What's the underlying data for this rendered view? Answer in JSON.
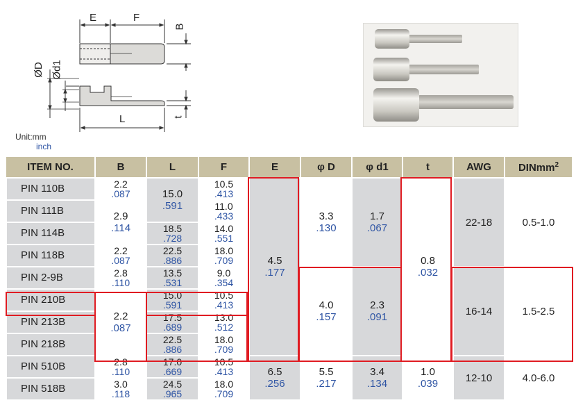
{
  "diagram": {
    "labels": {
      "E": "E",
      "F": "F",
      "B": "B",
      "D": "ØD",
      "d1": "Ød1",
      "L": "L",
      "t": "t"
    },
    "unit_mm": "Unit:mm",
    "unit_inch": "inch"
  },
  "photo": {
    "description_icon": "pin-terminal-photo"
  },
  "table": {
    "headers": [
      "ITEM NO.",
      "B",
      "L",
      "F",
      "E",
      "φ D",
      "φ d1",
      "t",
      "AWG",
      "DINmm"
    ],
    "din_sup": "2",
    "items": [
      "PIN 110B",
      "PIN 111B",
      "PIN 114B",
      "PIN 118B",
      "PIN 2-9B",
      "PIN 210B",
      "PIN 213B",
      "PIN 218B",
      "PIN 510B",
      "PIN 518B"
    ],
    "B": [
      {
        "mm": "2.2",
        "in": ".087"
      },
      {
        "mm": "2.9",
        "in": ".114"
      },
      {
        "mm": "2.2",
        "in": ".087"
      },
      {
        "mm": "2.8",
        "in": ".110"
      },
      {
        "mm": "2.2",
        "in": ".087"
      },
      {
        "mm": "2.8",
        "in": ".110"
      },
      {
        "mm": "3.0",
        "in": ".118"
      }
    ],
    "L": [
      {
        "mm": "15.0",
        "in": ".591"
      },
      {
        "mm": "18.5",
        "in": ".728"
      },
      {
        "mm": "22.5",
        "in": ".886"
      },
      {
        "mm": "13.5",
        "in": ".531"
      },
      {
        "mm": "15.0",
        "in": ".591"
      },
      {
        "mm": "17.5",
        "in": ".689"
      },
      {
        "mm": "22.5",
        "in": ".886"
      },
      {
        "mm": "17.0",
        "in": ".669"
      },
      {
        "mm": "24.5",
        "in": ".965"
      }
    ],
    "F": [
      {
        "mm": "10.5",
        "in": ".413"
      },
      {
        "mm": "11.0",
        "in": ".433"
      },
      {
        "mm": "14.0",
        "in": ".551"
      },
      {
        "mm": "18.0",
        "in": ".709"
      },
      {
        "mm": "9.0",
        "in": ".354"
      },
      {
        "mm": "10.5",
        "in": ".413"
      },
      {
        "mm": "13.0",
        "in": ".512"
      },
      {
        "mm": "18.0",
        "in": ".709"
      },
      {
        "mm": "10.5",
        "in": ".413"
      },
      {
        "mm": "18.0",
        "in": ".709"
      }
    ],
    "E": [
      {
        "mm": "4.5",
        "in": ".177"
      },
      {
        "mm": "6.5",
        "in": ".256"
      }
    ],
    "D": [
      {
        "mm": "3.3",
        "in": ".130"
      },
      {
        "mm": "4.0",
        "in": ".157"
      },
      {
        "mm": "5.5",
        "in": ".217"
      }
    ],
    "d1": [
      {
        "mm": "1.7",
        "in": ".067"
      },
      {
        "mm": "2.3",
        "in": ".091"
      },
      {
        "mm": "3.4",
        "in": ".134"
      }
    ],
    "t": [
      {
        "mm": "0.8",
        "in": ".032"
      },
      {
        "mm": "1.0",
        "in": ".039"
      }
    ],
    "AWG": [
      "22-18",
      "16-14",
      "12-10"
    ],
    "DIN": [
      "0.5-1.0",
      "1.5-2.5",
      "4.0-6.0"
    ]
  },
  "colors": {
    "header_bg": "#c8c0a2",
    "cell_gray": "#d7d8da",
    "inch_blue": "#2f55a4",
    "highlight_red": "#e01b22"
  }
}
